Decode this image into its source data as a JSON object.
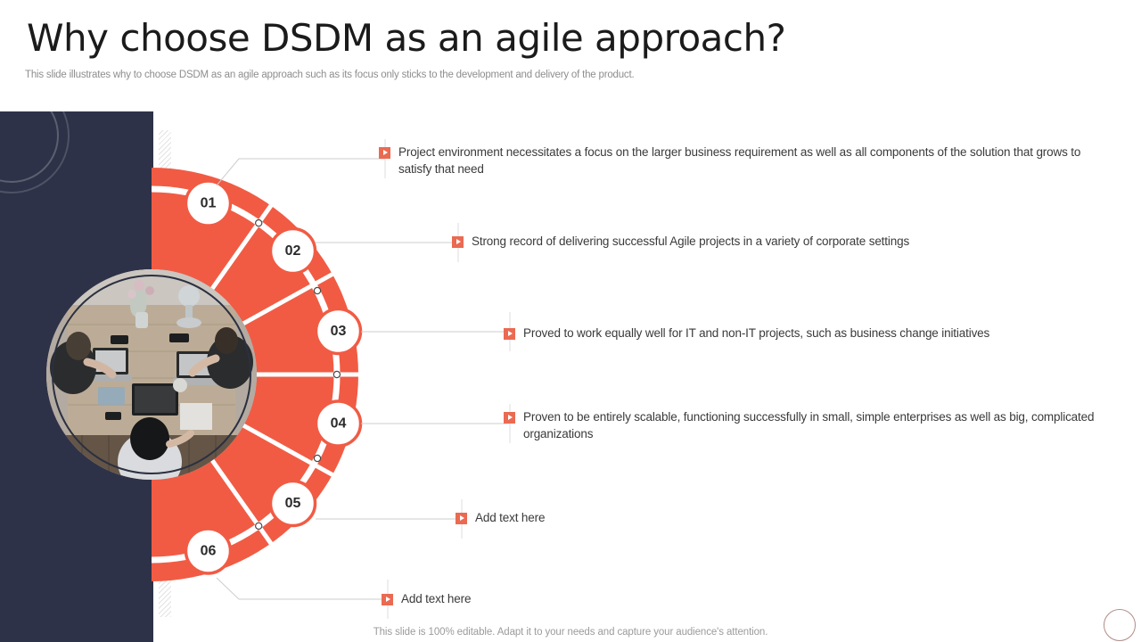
{
  "slide": {
    "title": "Why choose DSDM as an agile approach?",
    "subtitle": "This slide illustrates why to choose DSDM as an agile approach such as its focus only sticks to the development and delivery of the product.",
    "footer_note": "This slide is 100% editable. Adapt it to your needs and capture your audience's attention."
  },
  "colors": {
    "accent_coral": "#ea6a52",
    "disc_coral": "#f15b44",
    "panel_navy": "#2e3248",
    "text_dark": "#3a3a3a",
    "text_muted": "#9b9b9b",
    "deco_circle": "#b08c86"
  },
  "steps": [
    {
      "number": "01",
      "text": "Project environment necessitates a focus on the larger business requirement as well as all components of the solution that grows to satisfy that need"
    },
    {
      "number": "02",
      "text": "Strong record of delivering successful Agile projects in a variety of corporate settings"
    },
    {
      "number": "03",
      "text": "Proved to work equally well for IT and non-IT projects, such as business change initiatives"
    },
    {
      "number": "04",
      "text": "Proven to be entirely scalable, functioning successfully in small, simple enterprises as well as big, complicated organizations"
    },
    {
      "number": "05",
      "text": "Add text here"
    },
    {
      "number": "06",
      "text": "Add text here"
    }
  ],
  "photo": {
    "alt": "team-collaborating-at-desk-overhead-photo"
  }
}
